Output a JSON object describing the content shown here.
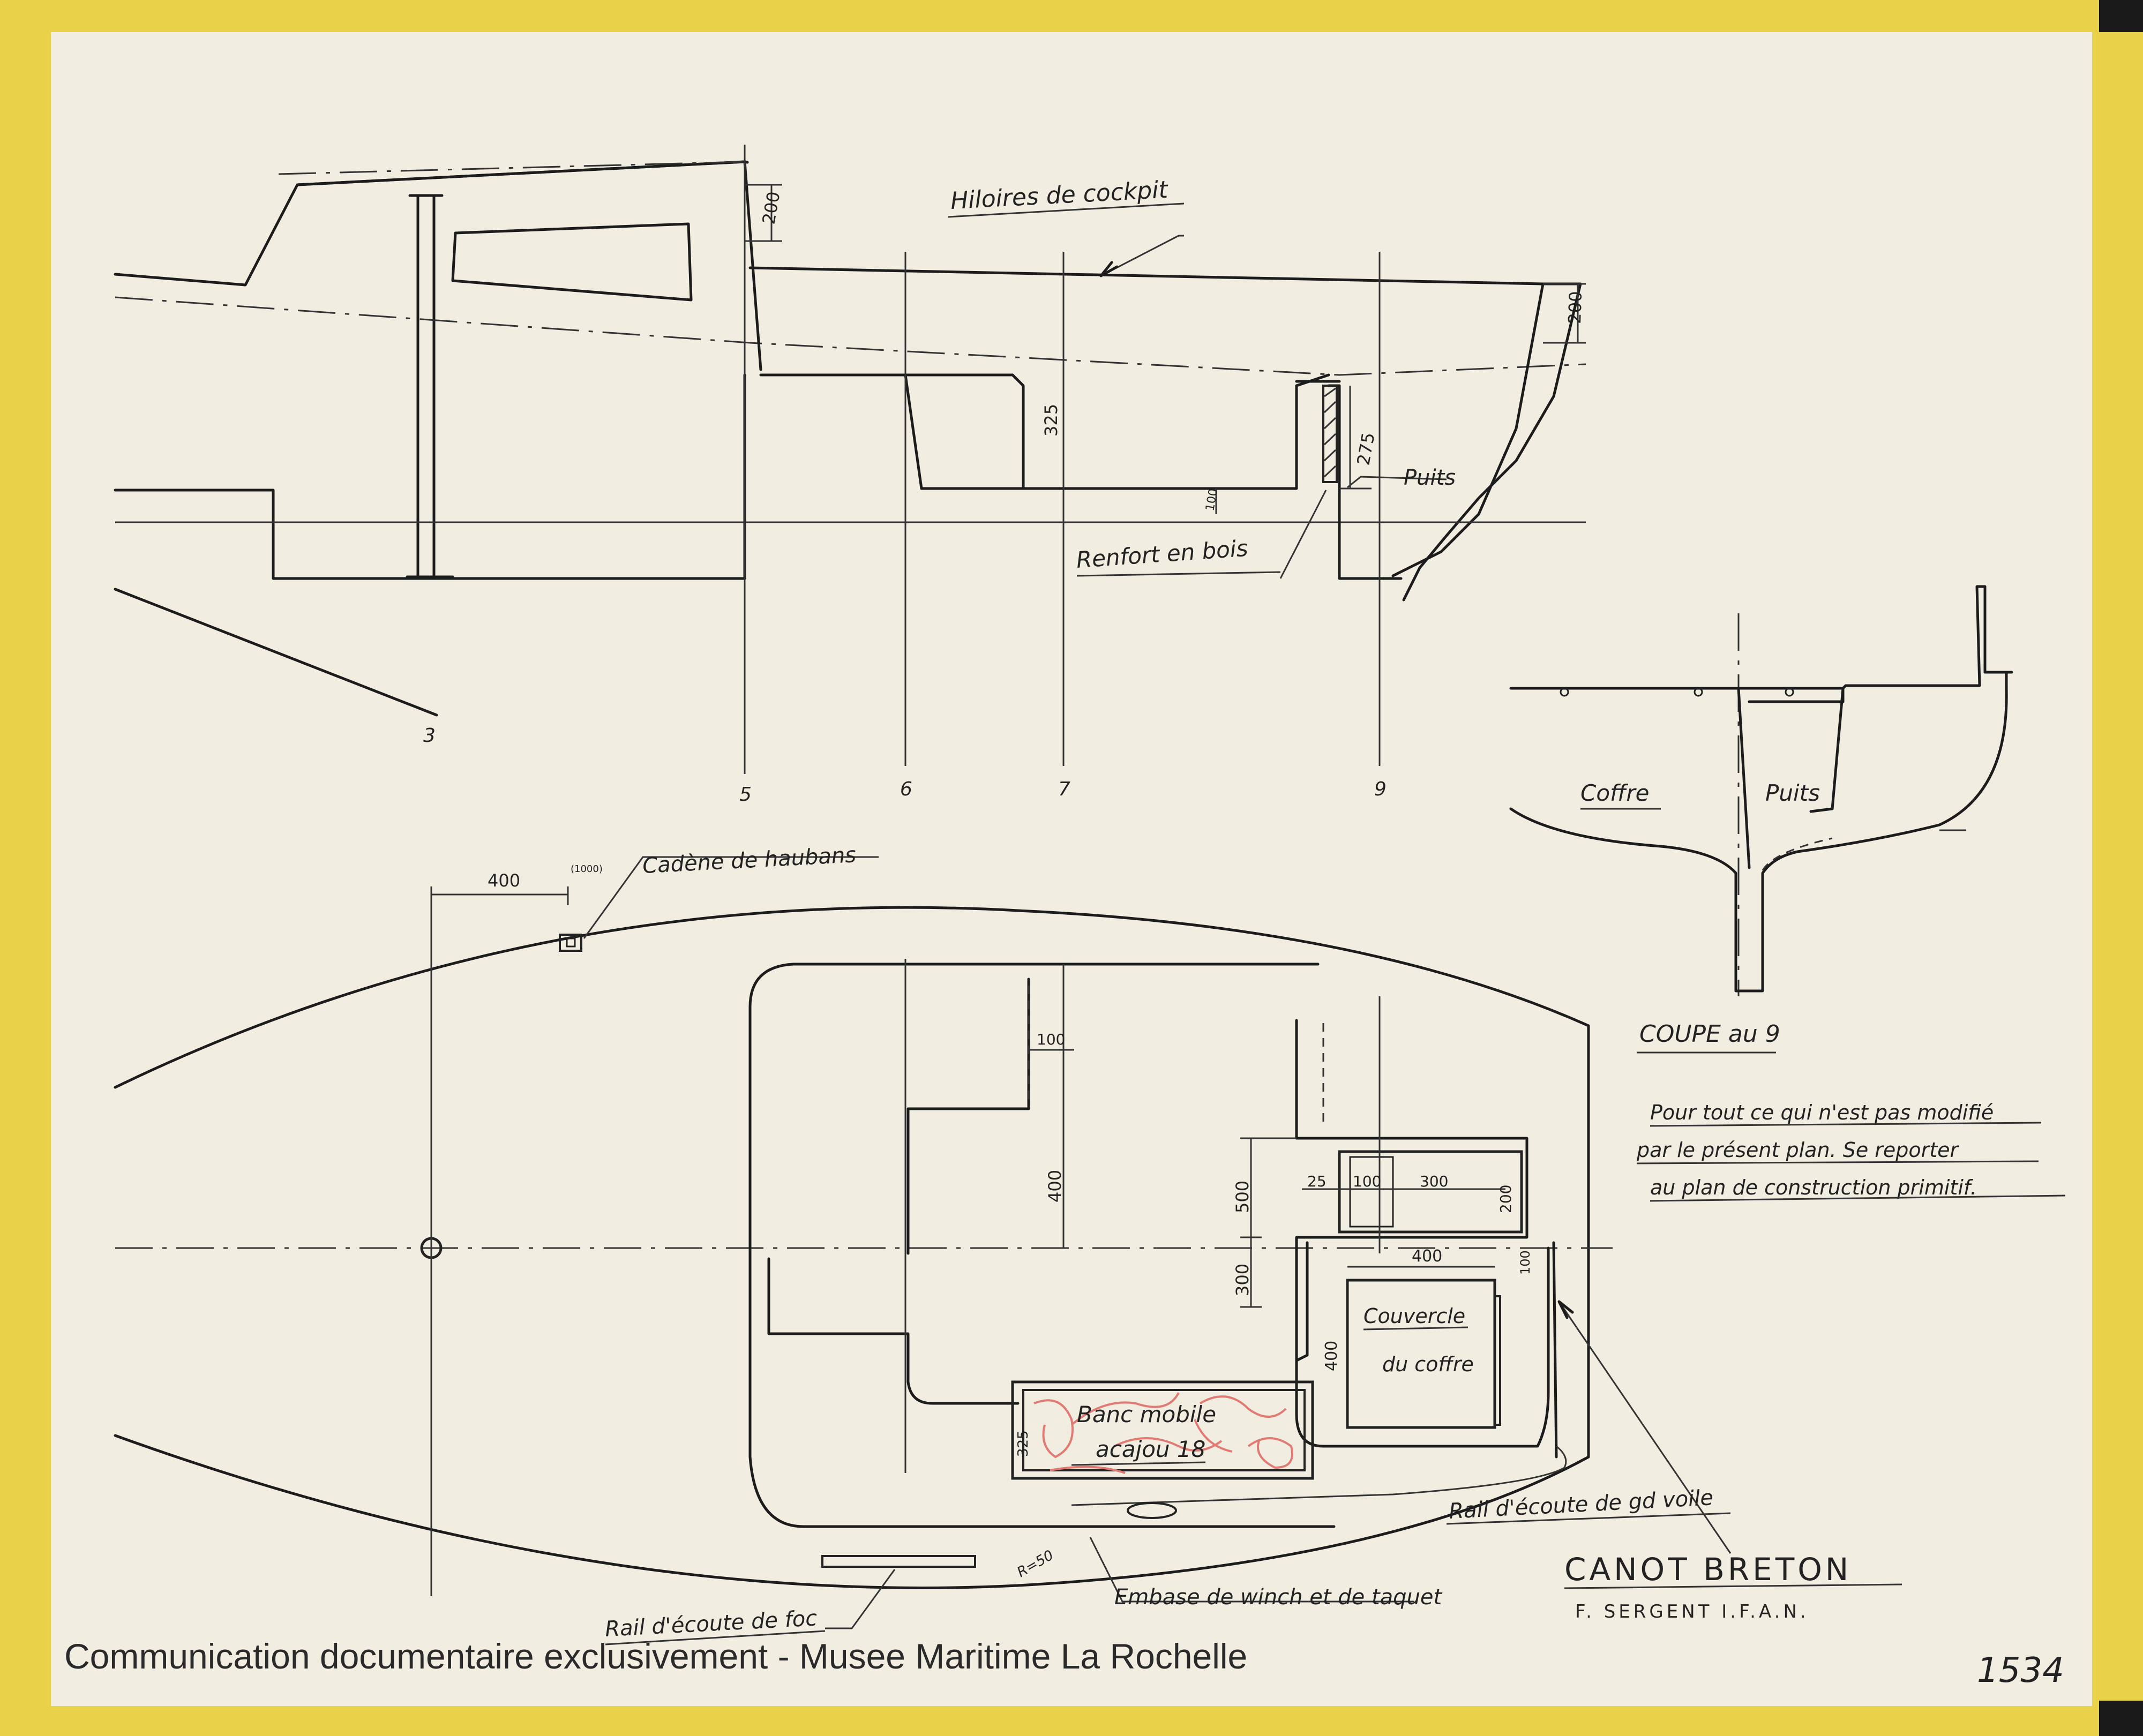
{
  "labels": {
    "hiloires": "Hiloires de cockpit",
    "puits_top": "Puits",
    "renfort": "Renfort en bois",
    "cadene": "Cadène de haubans",
    "coffre": "Coffre",
    "puits_section": "Puits",
    "coupe": "COUPE au 9",
    "note_line1": "Pour tout ce qui n'est pas modifié",
    "note_line2": "par le présent plan. Se reporter",
    "note_line3": "au plan de construction primitif.",
    "couvercle_line1": "Couvercle",
    "couvercle_line2": "du coffre",
    "banc_line1": "Banc mobile",
    "banc_line2": "acajou 18",
    "rail_gv": "Rail d'écoute de gd voile",
    "rail_foc": "Rail d'écoute de foc",
    "embase": "Embase de winch et de taquet",
    "radius": "R=50"
  },
  "title": {
    "name": "CANOT BRETON",
    "author": "F. SERGENT  I.F.A.N.",
    "number": "1534"
  },
  "frames": [
    "3",
    "5",
    "6",
    "7",
    "9"
  ],
  "dimensions": {
    "d200_a": "200",
    "d200_b": "200",
    "d325_top": "325",
    "d275": "275",
    "d100_top": "100",
    "d400_plan": "400",
    "d100_plan": "100",
    "d400_vert": "400",
    "d500": "500",
    "d300": "300",
    "d25": "25",
    "d100_box": "100",
    "d300_box": "300",
    "d200_box": "200",
    "d400_lid": "400",
    "d100_lid": "100",
    "d400_lidv": "400",
    "d325_banc": "325",
    "d400_faint": "(1000)"
  },
  "caption": "Communication documentaire exclusivement - Musee Maritime La Rochelle",
  "colors": {
    "paper": "#f1ede0",
    "frame": "#e9d24a",
    "ink": "#1c1c1c",
    "annotation_red": "#e07a73"
  }
}
